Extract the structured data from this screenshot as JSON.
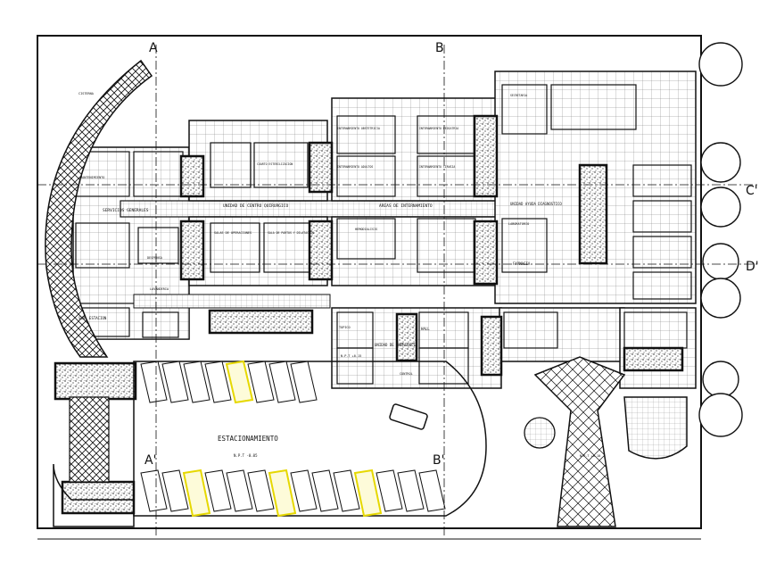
{
  "plan": {
    "axes": {
      "a_top": "A",
      "a_bottom": "A'",
      "b_top": "B",
      "b_bottom": "B'",
      "c_right": "C'",
      "d_right": "D'"
    },
    "labels": {
      "estacionamiento": "ESTACIONAMIENTO",
      "servicios_generales": "SERVICIOS GENERALES",
      "unidad_centro_quirurgico": "UNIDAD DE CENTRO QUIRURGICO",
      "areas_internamiento": "AREAS DE INTERNAMIENTO",
      "unidad_ayuda_diagnostico": "UNIDAD AYUDA DIAGNOSTICO",
      "unidad_emergencia": "UNIDAD DE EMERGENCIA",
      "hall": "HALL",
      "topico": "TOPICO",
      "control": "CONTROL",
      "farmacia": "FARMACIA",
      "laboratorio": "LABORATORIO",
      "hemodialisis": "HEMODIALISIS",
      "sub_estacion": "SUB. ESTACION",
      "cisterna": "CISTERNA",
      "mantenimiento": "MANTENIMIENTO",
      "despensa": "DESPENSA",
      "lavanderia": "LAVANDERIA",
      "salas_operaciones": "SALAS DE OPERACIONES",
      "sala_partos": "SALA DE PARTOS Y DILATACION",
      "cuarto_esterilizacion": "CUARTO ESTERILIZACION",
      "internamiento_obstetricia": "INTERNAMIENTO OBSTETRICIA",
      "internamiento_adultos": "INTERNAMIENTO ADULTOS",
      "internamiento_pediatria": "INTERNAMIENTO PEDIATRIA",
      "internamiento_cirugia": "INTERNAMIENTO CIRUGIA",
      "secretaria": "SECRETARIA",
      "npt_estacionamiento": "N.P.T -0.05",
      "npt_emergencia": "N.P.T +0.15",
      "npt_plaza": "N.P.T +0.10"
    }
  },
  "colors": {
    "line": "#111111",
    "parking_highlight": "#f2e600",
    "paper": "#ffffff"
  }
}
